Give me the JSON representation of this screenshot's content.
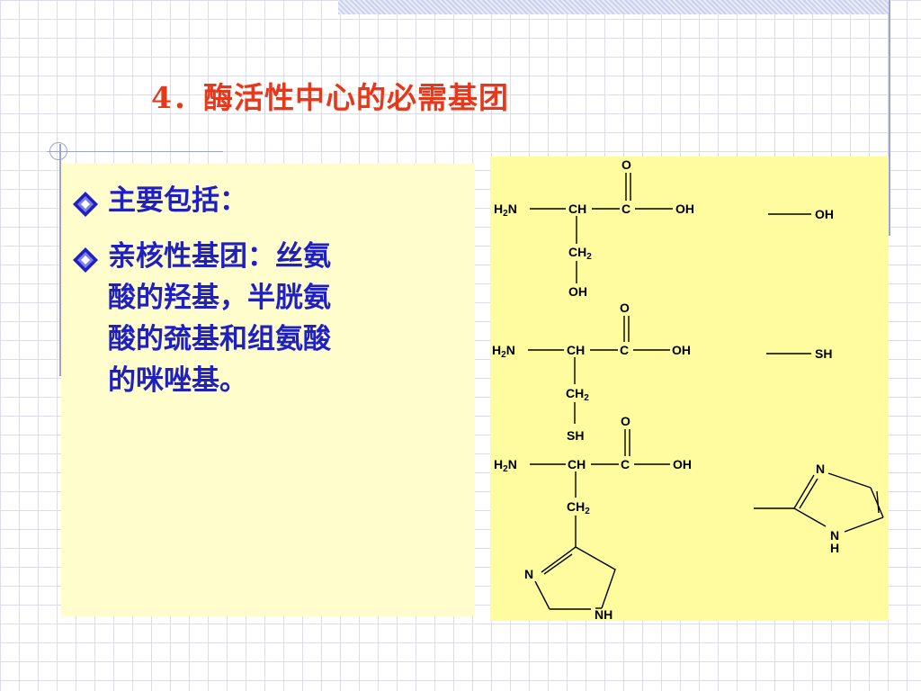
{
  "slide": {
    "title": "4．酶活性中心的必需基团",
    "bullets": [
      {
        "text": "主要包括："
      },
      {
        "text": "亲核性基团：丝氨\n酸的羟基，半胱氨\n酸的巯基和组氨酸\n的咪唑基。"
      }
    ],
    "marker_icon": "diamond-bullet-icon"
  },
  "colors": {
    "title": "#e8381b",
    "bullet_text": "#1f20c4",
    "text_box_bg": "#fffdcb",
    "figure_bg": "#fffb9f"
  },
  "figure": {
    "serine": {
      "o": "O",
      "h2n": "H2N",
      "ch": "CH",
      "c": "C",
      "oh": "OH",
      "ch2": "CH2",
      "side": "OH"
    },
    "cysteine": {
      "o": "O",
      "h2n": "H2N",
      "ch": "CH",
      "c": "C",
      "oh": "OH",
      "ch2": "CH2",
      "side": "SH"
    },
    "histidine": {
      "o": "O",
      "h2n": "H2N",
      "ch": "CH",
      "c": "C",
      "oh": "OH",
      "ch2": "CH2",
      "ring_n": "N",
      "ring_nh": "NH"
    },
    "groups": {
      "hydroxyl": "OH",
      "sulfhydryl": "SH",
      "imidazole_n": "N",
      "imidazole_n2": "N",
      "imidazole_h": "H"
    }
  }
}
